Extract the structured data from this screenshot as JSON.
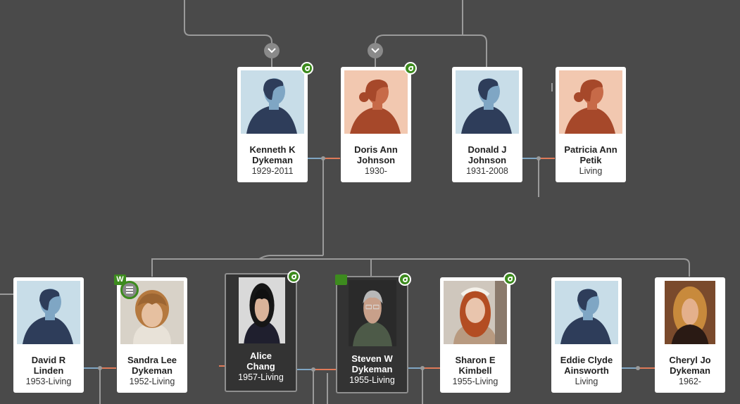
{
  "colors": {
    "background": "#4a4a4a",
    "line": "#9a9a9a",
    "male_bg": "#c8dde8",
    "male_head": "#7fa6c4",
    "male_body": "#2e3d5a",
    "female_bg": "#f2c8b0",
    "female_head": "#c76a48",
    "female_body": "#a6482a",
    "spouse_link_male": "#7fa6c4",
    "spouse_link_female": "#e07a58",
    "hint_green": "#3d8b1e"
  },
  "expand_icons": [
    "chevron-down-icon",
    "chevron-down-icon"
  ],
  "parents": [
    {
      "id": "kenneth",
      "name_line1": "Kenneth K",
      "name_line2": "Dykeman",
      "dates": "1929-2011",
      "avatar": "male",
      "hint": true
    },
    {
      "id": "doris",
      "name_line1": "Doris Ann",
      "name_line2": "Johnson",
      "dates": "1930-",
      "avatar": "female",
      "hint": true
    },
    {
      "id": "donald",
      "name_line1": "Donald J",
      "name_line2": "Johnson",
      "dates": "1931-2008",
      "avatar": "male",
      "hint": false
    },
    {
      "id": "patricia",
      "name_line1": "Patricia Ann",
      "name_line2": "Petik",
      "dates": "Living",
      "avatar": "female",
      "hint": false
    }
  ],
  "children": [
    {
      "id": "david",
      "name_line1": "David R",
      "name_line2": "Linden",
      "dates": "1953-Living",
      "avatar": "male"
    },
    {
      "id": "sandra",
      "name_line1": "Sandra Lee",
      "name_line2": "Dykeman",
      "dates": "1952-Living",
      "avatar": "photo-blonde",
      "web_badge": "W"
    },
    {
      "id": "alice",
      "name_line1": "Alice",
      "name_line2": "Chang",
      "dates": "1957-Living",
      "avatar": "photo-dark-hair",
      "selected": true
    },
    {
      "id": "steven",
      "name_line1": "Steven W",
      "name_line2": "Dykeman",
      "dates": "1955-Living",
      "avatar": "photo-gray-hair",
      "selected": true,
      "hint": true
    },
    {
      "id": "sharon",
      "name_line1": "Sharon E",
      "name_line2": "Kimbell",
      "dates": "1955-Living",
      "avatar": "photo-red-hair",
      "hint": true
    },
    {
      "id": "eddie",
      "name_line1": "Eddie Clyde",
      "name_line2": "Ainsworth",
      "dates": "Living",
      "avatar": "male"
    },
    {
      "id": "cheryl",
      "name_line1": "Cheryl Jo",
      "name_line2": "Dykeman",
      "dates": "1962-",
      "avatar": "photo-blonde-curly"
    }
  ]
}
